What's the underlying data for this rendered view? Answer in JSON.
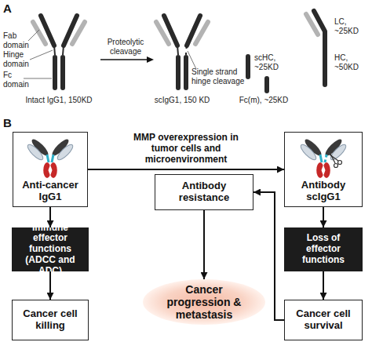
{
  "diagram": {
    "nodes": [
      {
        "text": [
          "Anti-cancer IgG1"
        ]
      },
      {
        "text": [
          "Antibody scIgG1"
        ]
      },
      {
        "text": [
          "Immune effector functions (ADCC and ADC)"
        ]
      },
      {
        "text": [
          "Antibody resistance"
        ]
      },
      {
        "text": [
          "Loss of effector functions"
        ]
      },
      {
        "text": [
          "Cancer progression & metastasis"
        ]
      },
      {
        "text": [
          "Cancer cell killing"
        ]
      },
      {
        "text": [
          "Cancer cell survival"
        ]
      }
    ],
    "edges": [
      {
        "from": 0,
        "to": 1,
        "arrow": "to",
        "label": "MMP overexpression in tumor cells and microenvironment"
      },
      {
        "from": 0,
        "to": 2,
        "arrow": "to"
      },
      {
        "from": 2,
        "to": 6,
        "arrow": "to"
      },
      {
        "from": 1,
        "to": 4,
        "arrow": "to"
      },
      {
        "from": 4,
        "to": 7,
        "arrow": "to"
      },
      {
        "from": 7,
        "to": 3,
        "arrow": "to"
      },
      {
        "from": 3,
        "to": 5,
        "arrow": "to"
      }
    ],
    "labels": [
      "A",
      "Fab domain",
      "Hinge domain",
      "Fc domain",
      "Intact IgG1, 150KD",
      "Proteolytic cleavage",
      "Single strand hinge cleavage",
      "scIgG1, 150 KD",
      "scHC, ~25KD",
      "Fc(m), ~25KD",
      "LC, ~25KD",
      "HC, ~50KD",
      "B"
    ]
  }
}
